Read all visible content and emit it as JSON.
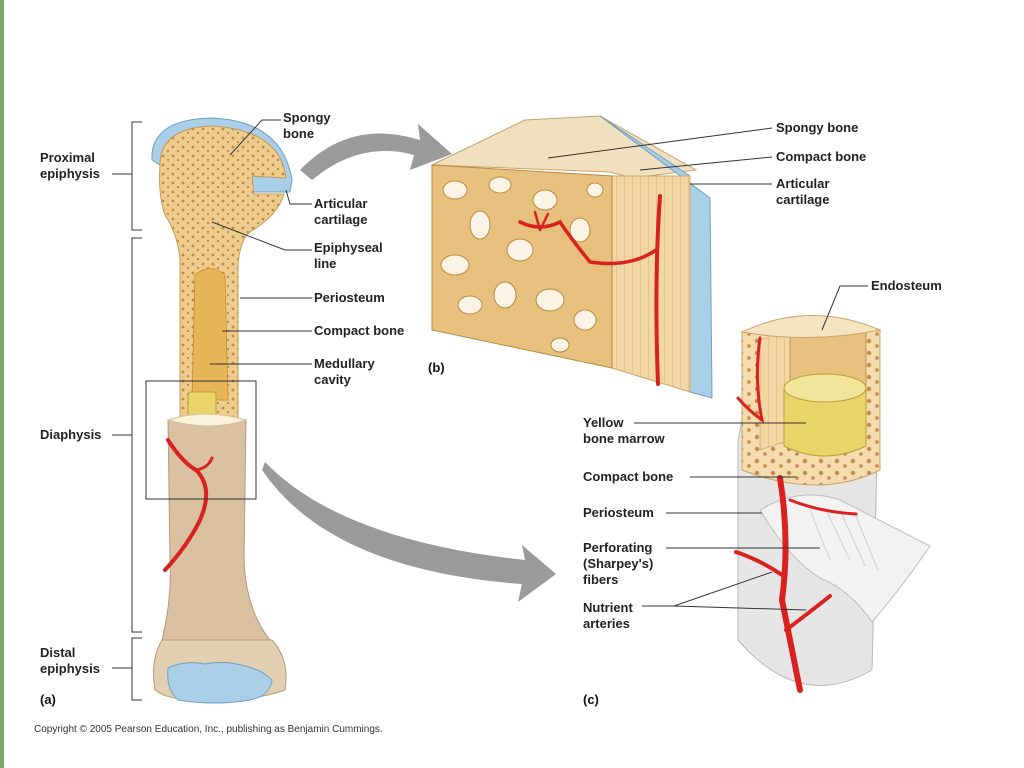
{
  "labels": {
    "spongy_bone_a": "Spongy\nbone",
    "proximal_epiphysis": "Proximal\nepiphysis",
    "articular_cartilage_a": "Articular\ncartilage",
    "epiphyseal_line": "Epiphyseal\nline",
    "periosteum_a": "Periosteum",
    "compact_bone_a": "Compact bone",
    "medullary_cavity": "Medullary\ncavity",
    "diaphysis": "Diaphysis",
    "distal_epiphysis": "Distal\nepiphysis",
    "spongy_bone_b": "Spongy bone",
    "compact_bone_b": "Compact bone",
    "articular_cartilage_b": "Articular\ncartilage",
    "endosteum": "Endosteum",
    "yellow_bone_marrow": "Yellow\nbone marrow",
    "compact_bone_c": "Compact bone",
    "periosteum_c": "Periosteum",
    "perforating_fibers": "Perforating\n(Sharpey's)\nfibers",
    "nutrient_arteries": "Nutrient\narteries"
  },
  "panels": {
    "a": "(a)",
    "b": "(b)",
    "c": "(c)"
  },
  "copyright": "Copyright © 2005 Pearson Education, Inc., publishing as Benjamin Cummings.",
  "colors": {
    "bone_light": "#f3d9a6",
    "bone_shaft": "#d9c0a0",
    "spongy": "#e7c07e",
    "marrow": "#e8d56a",
    "cartilage": "#a9cfe8",
    "artery": "#d9221f",
    "arrow": "#9a9a9a",
    "periosteum_c": "#e6e6e6"
  }
}
